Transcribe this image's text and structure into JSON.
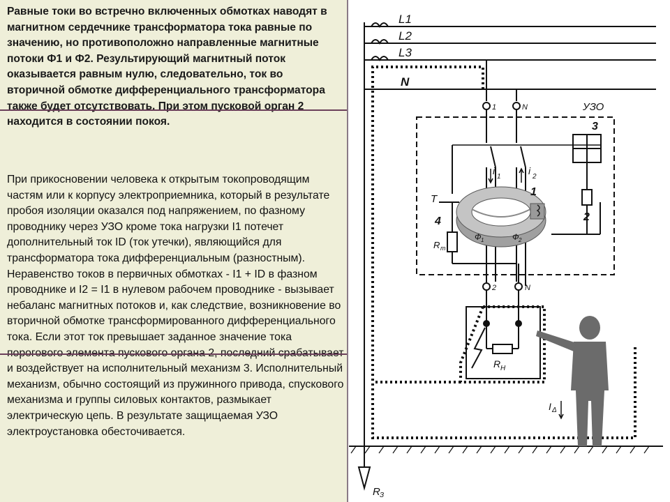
{
  "text": {
    "bold_paragraph": "Равные токи во встречно включенных обмотках наводят в магнитном сердечнике трансформатора тока равные по значению, но противоположно направленные магнитные потоки Ф1 и Ф2. Результирующий магнитный поток оказывается равным нулю, следовательно, ток во вторичной обмотке дифференциального трансформатора также будет отсутствовать. При этом пусковой орган 2 находится в состоянии покоя.",
    "normal_paragraph": "При прикосновении человека к открытым токопроводящим частям или к корпусу электроприемника, который в результате пробоя изоляции оказался под напряжением, по фазному проводнику через УЗО кроме тока нагрузки I1 потечет дополнительный ток ID (ток утечки), являющийся для трансформатора тока дифференциальным (разностным). Неравенство токов в первичных обмотках - I1 + ID в фазном проводнике и I2 = I1 в нулевом рабочем проводнике - вызывает небаланс магнитных потоков и, как следствие, возникновение во вторичной обмотке трансформированного дифференциального тока. Если этот ток превышает заданное значение тока порогового элемента пускового органа 2, последний срабатывает и воздействует на исполнительный механизм 3. Исполнительный механизм, обычно состоящий из пружинного привода, спускового механизма и группы силовых контактов, размыкает электрическую цепь. В результате защищаемая УЗО электроустановка обесточивается."
  },
  "diagram": {
    "line_labels": [
      "L1",
      "L2",
      "L3",
      "N"
    ],
    "uzo_label": "УЗО",
    "terminal_top_1": "1",
    "terminal_top_n": "N",
    "terminal_bottom_2": "2",
    "terminal_bottom_n": "N",
    "current_i1": "i",
    "current_i1_sub": "1",
    "current_i2": "i",
    "current_i2_sub": "2",
    "winding_label": "1",
    "actuator_label": "3",
    "relay_label": "2",
    "test_button_label": "T",
    "test_block_label": "4",
    "resistor_label": "R",
    "resistor_sub": "т",
    "flux1": "Ф",
    "flux1_sub": "1",
    "flux2": "Ф",
    "flux2_sub": "2",
    "load_label": "R",
    "load_sub": "Н",
    "leak_label": "I",
    "leak_sub": "Δ",
    "ground_label": "R",
    "ground_sub": "З"
  },
  "colors": {
    "panel_bg": "#efefd9",
    "rule": "#6b3f5a",
    "divider": "#8a7a86",
    "ring": "#9a9a9a",
    "person": "#6b6b6b"
  }
}
